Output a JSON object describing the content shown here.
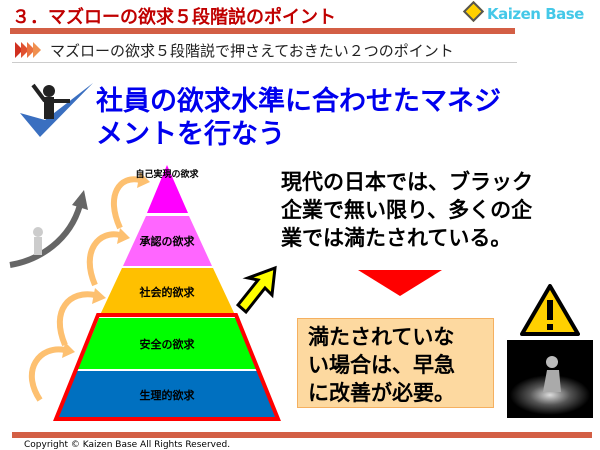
{
  "header": {
    "title": "３．マズローの欲求５段階説のポイント",
    "logo": "Kaizen Base",
    "subtitle": "マズローの欲求５段階説で押さえておきたい２つのポイント"
  },
  "main": {
    "heading_lines": [
      "社員の欲求水準に合わせたマネジ",
      "メントを行なう"
    ],
    "pyramid": [
      "自己実現の欲求",
      "承認の欲求",
      "社会的欲求",
      "安全の欲求",
      "生理的欲求"
    ],
    "statement_lines": [
      "現代の日本では、ブラック",
      "企業で無い限り、多くの企",
      "業では満たされている。"
    ],
    "box_lines": [
      "満たされていな",
      "い場合は、早急",
      "に改善が必要。"
    ]
  },
  "colors": {
    "accent": "#c00000",
    "heading": "#0000ee",
    "bar": "#d35f45",
    "layers": [
      "#ff00ff",
      "#ff66ff",
      "#ffc000",
      "#00ff00",
      "#0070c0"
    ]
  },
  "footer": {
    "copyright": "Copyright ©  Kaizen Base  All Rights Reserved."
  }
}
